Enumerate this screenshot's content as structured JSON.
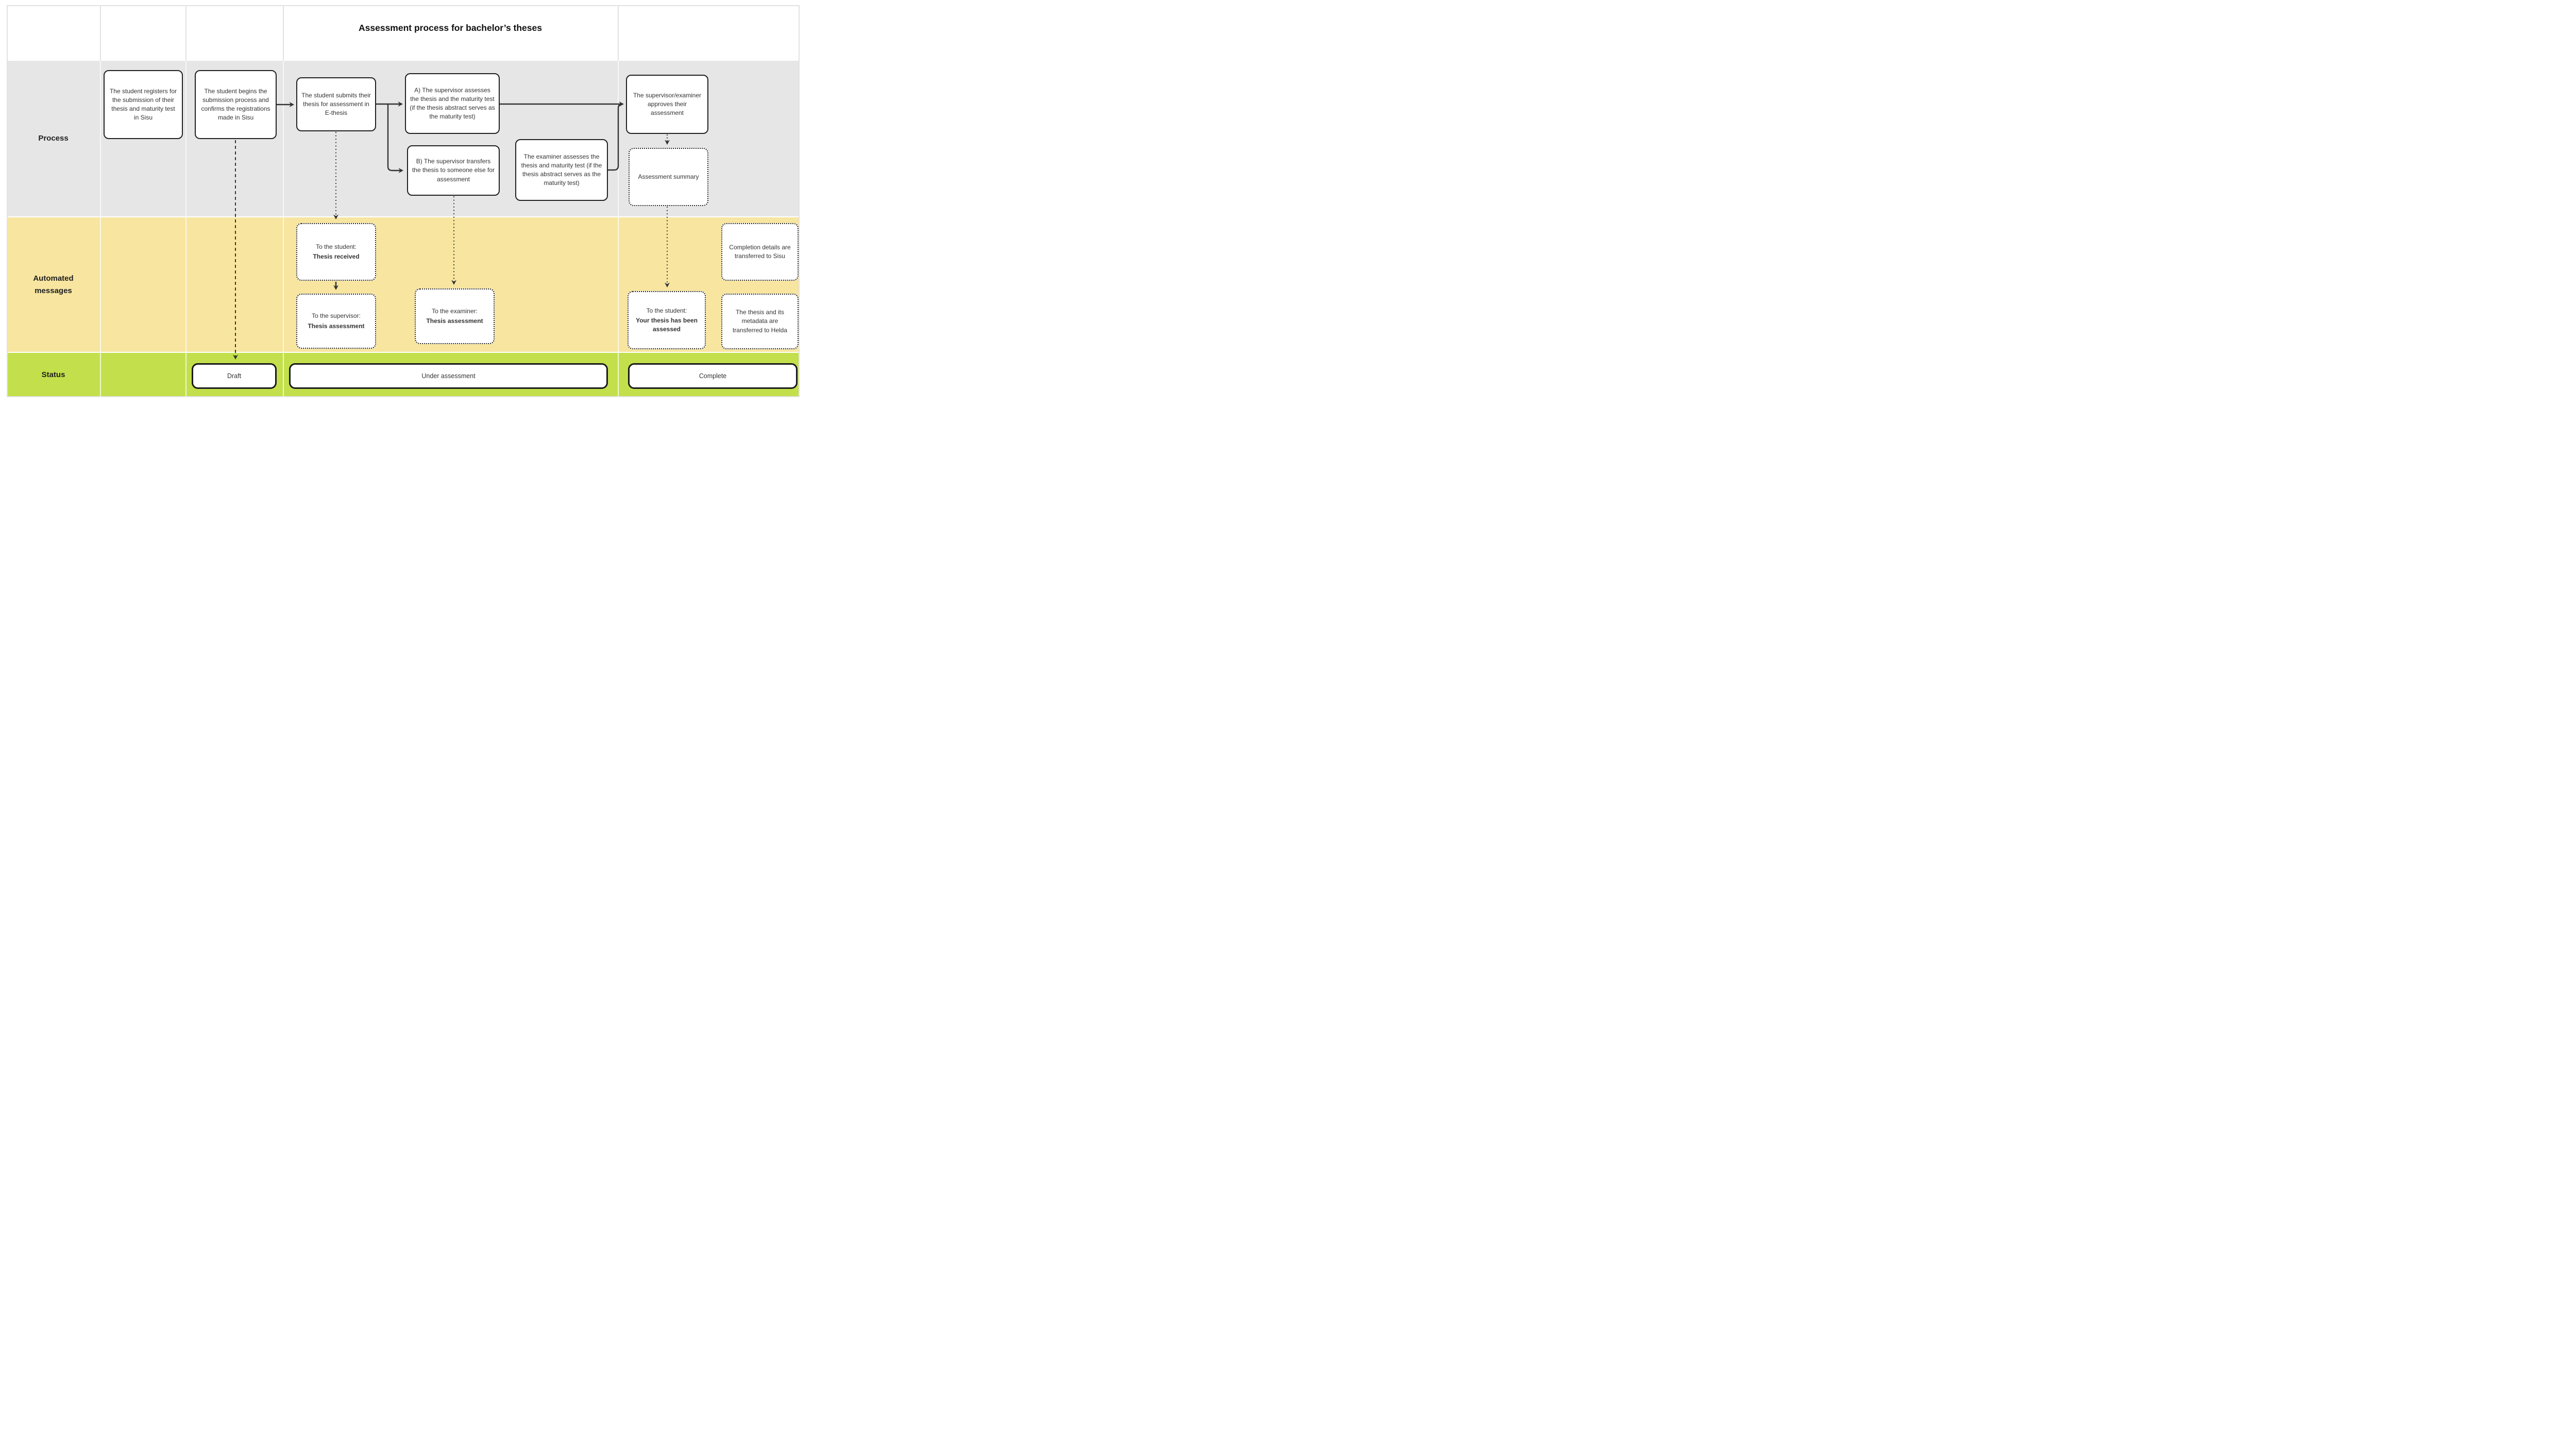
{
  "title": "Assessment process for bachelor’s theses",
  "lanes": {
    "process": {
      "label": "Process",
      "color": "#e6e6e6"
    },
    "automated": {
      "label": "Automated messages",
      "color": "#f7e5a0"
    },
    "status": {
      "label": "Status",
      "color": "#c3e04c"
    }
  },
  "process_boxes": [
    {
      "text": "The student registers for the submission of their thesis and maturity test in Sisu"
    },
    {
      "text": "The student begins the submission process and confirms the registrations made in Sisu"
    },
    {
      "text": "The student submits their thesis for assessment in E-thesis"
    },
    {
      "text": "A) The supervisor assesses the thesis and the maturity test (if the thesis abstract serves as the maturity test)"
    },
    {
      "text": "B) The supervisor transfers the thesis to someone else for assessment"
    },
    {
      "text": "The examiner assesses the thesis and maturity test (if the thesis abstract serves as the maturity test)"
    },
    {
      "text": "The supervisor/examiner approves their assessment"
    },
    {
      "text": "Assessment summary"
    }
  ],
  "message_boxes": [
    {
      "to": "To the student:",
      "subject": "Thesis received"
    },
    {
      "to": "To the supervisor:",
      "subject": "Thesis assessment"
    },
    {
      "to": "To the examiner:",
      "subject": "Thesis assessment"
    },
    {
      "to": "To the student:",
      "subject": "Your thesis has been assessed"
    },
    {
      "text": "Completion details are transferred to Sisu"
    },
    {
      "text": "The thesis and its metadata are transferred to Helda"
    }
  ],
  "status_boxes": [
    {
      "label": "Draft"
    },
    {
      "label": "Under assessment"
    },
    {
      "label": "Complete"
    }
  ]
}
